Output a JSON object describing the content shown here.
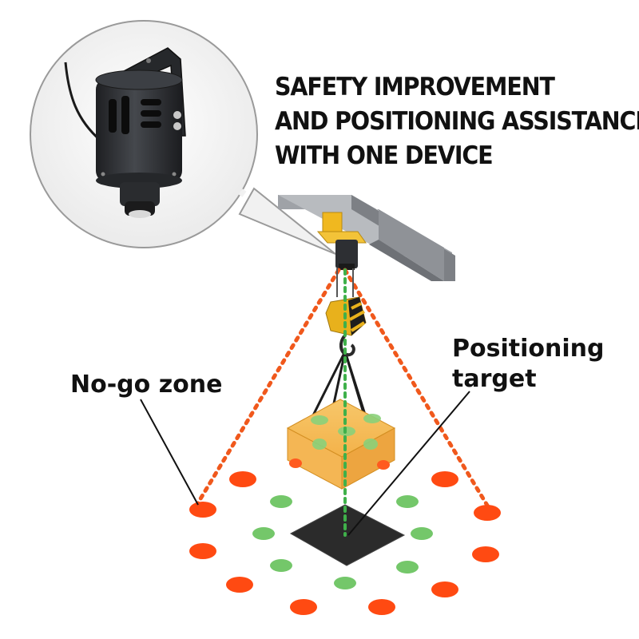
{
  "headline": {
    "line1": "SAFETY IMPROVEMENT",
    "line2": "AND POSITIONING ASSISTANCE",
    "line3": "WITH ONE DEVICE"
  },
  "labels": {
    "no_go_zone": "No-go zone",
    "positioning_target_line1": "Positioning",
    "positioning_target_line2": "target"
  },
  "colors": {
    "no_go_dots": "#ff4a12",
    "no_go_beam": "#f0581c",
    "target_dots": "#74c76a",
    "center_beam": "#3fb04a",
    "target_plate": "#2b2b2b",
    "cargo_box": "#f5b149",
    "rail": "#8c8f94",
    "trolley": "#f0b81f",
    "projector_body": "#2d2f33"
  },
  "icons": {
    "projector": "laser-projector-icon",
    "crane": "crane-hook-icon",
    "box": "cargo-box-icon"
  }
}
